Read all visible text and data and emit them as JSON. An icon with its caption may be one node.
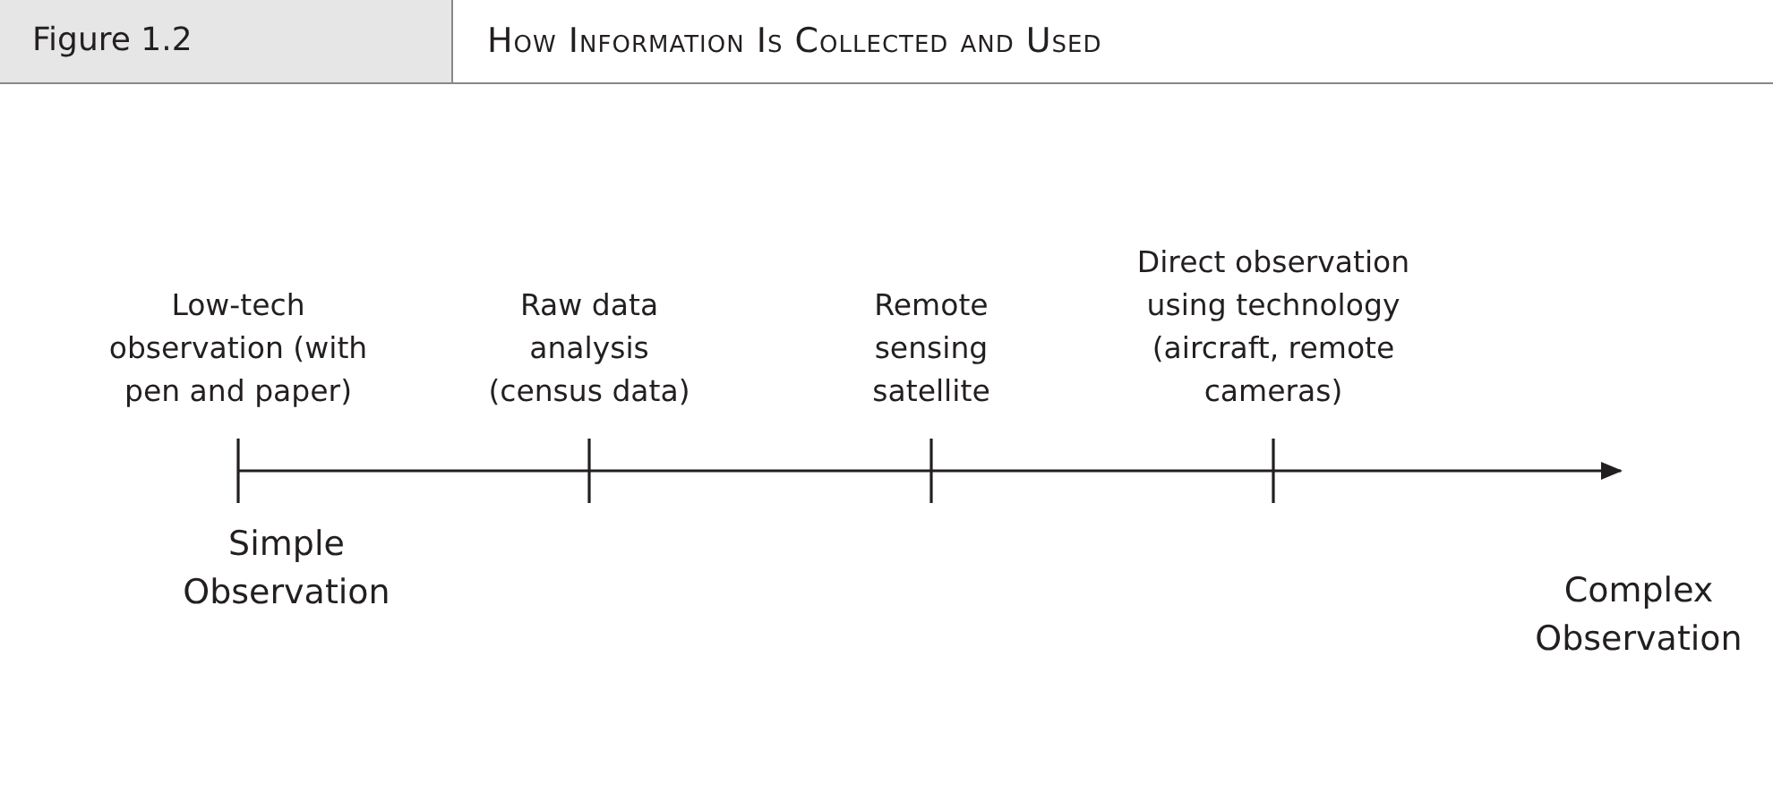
{
  "diagram": {
    "title": "How Information Is Collected and Used",
    "labels": [
      "Figure 1.2",
      "Low-tech observation (with pen and paper)",
      "Raw data analysis (census data)",
      "Remote sensing satellite",
      "Direct observation using technology (aircraft, remote cameras)",
      "Simple Observation",
      "Complex Observation"
    ]
  }
}
